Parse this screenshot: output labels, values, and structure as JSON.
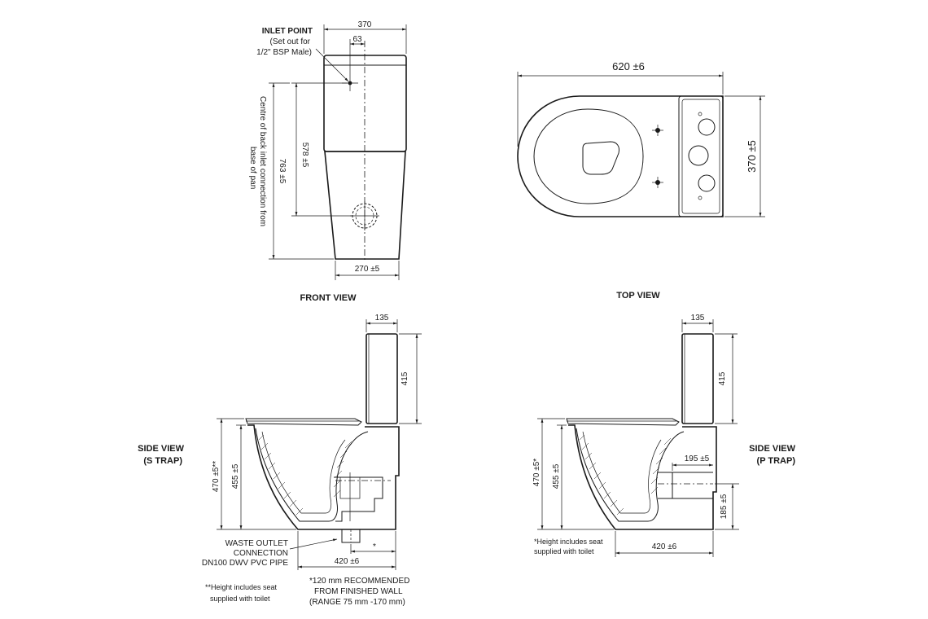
{
  "front_view": {
    "title": "FRONT VIEW",
    "inlet_title": "INLET POINT",
    "inlet_note_1": "(Set out for",
    "inlet_note_2": "1/2\" BSP Male)",
    "dim_width": "370",
    "dim_offset": "63",
    "dim_inlet_height": "578 ±5",
    "dim_total_height": "763 ±5",
    "dim_base": "270 ±5",
    "note_1": "Centre of back inlet connection from",
    "note_2": "base of pan"
  },
  "top_view": {
    "title": "TOP VIEW",
    "dim_length": "620 ±6",
    "dim_width": "370 ±5"
  },
  "side_s": {
    "title_1": "SIDE VIEW",
    "title_2": "(S TRAP)",
    "dim_cistern_depth": "135",
    "dim_cistern_height": "415",
    "dim_seat_height": "470 ±5**",
    "dim_pan_height": "455 ±5",
    "dim_length": "420 ±6",
    "dim_star": "*",
    "outlet_1": "WASTE OUTLET",
    "outlet_2": "CONNECTION",
    "outlet_3": "DN100 DWV PVC PIPE",
    "foot_1": "**Height includes seat",
    "foot_2": "supplied with toilet",
    "rec_1": "*120 mm RECOMMENDED",
    "rec_2": "FROM FINISHED WALL",
    "rec_3": "(RANGE 75 mm -170 mm)"
  },
  "side_p": {
    "title_1": "SIDE VIEW",
    "title_2": "(P TRAP)",
    "dim_cistern_depth": "135",
    "dim_cistern_height": "415",
    "dim_seat_height": "470 ±5*",
    "dim_pan_height": "455 ±5",
    "dim_outlet_offset": "195 ±5",
    "dim_outlet_height": "185 ±5",
    "dim_length": "420 ±6",
    "foot_1": "*Height includes seat",
    "foot_2": "supplied with toilet"
  }
}
